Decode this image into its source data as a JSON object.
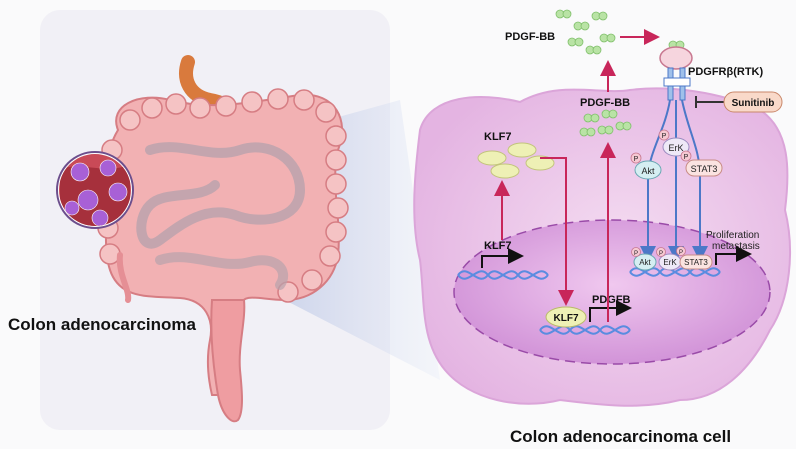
{
  "labels": {
    "colon_title": "Colon adenocarcinoma",
    "cell_title": "Colon adenocarcinoma cell",
    "pdgf_bb_top": "PDGF-BB",
    "pdgf_bb_mid": "PDGF-BB",
    "klf7_cyto": "KLF7",
    "klf7_gene": "KLF7",
    "klf7_protein": "KLF7",
    "pdgfb_gene": "PDGFB",
    "receptor": "PDGFRβ(RTK)",
    "inhibitor": "Sunitinib",
    "akt": "Akt",
    "erk": "ErK",
    "stat3": "STAT3",
    "akt_n": "Akt",
    "erk_n": "ErK",
    "stat3_n": "STAT3",
    "phospho": "P",
    "outcome_1": "Proliferation",
    "outcome_2": "metastasis"
  },
  "colors": {
    "arrow_red": "#c8265a",
    "pathway_blue": "#4c78c8",
    "ligand_green": "#b9e3a5",
    "klf7_yellow": "#eef0b5",
    "cell_pink": "#ecc6ea",
    "nucleus_purple": "#d9a3de",
    "dna_blue": "#5a8ce0",
    "colon_pink": "#f2b1b3",
    "tumor_purple": "#a860d6"
  }
}
